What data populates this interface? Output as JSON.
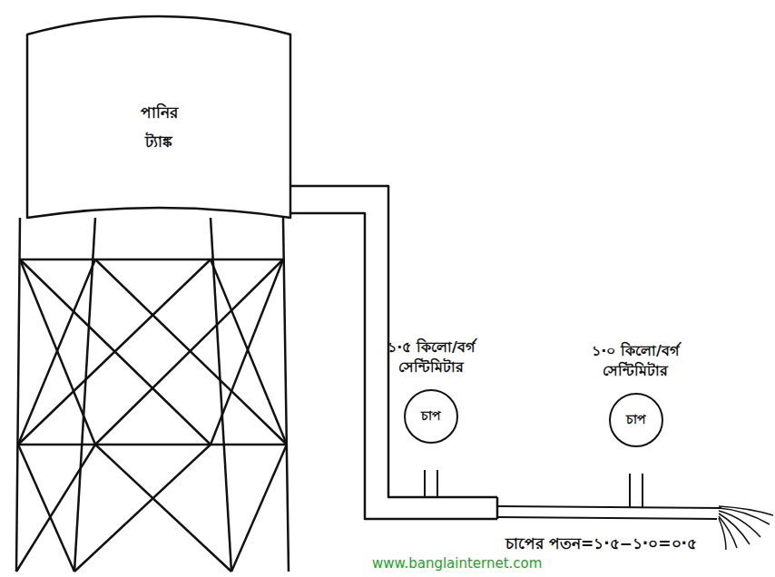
{
  "diagram": {
    "nodes": [
      {
        "text": [
          "পানির ট্যাঙ্ক"
        ]
      },
      {
        "text": [
          "১·৫ কিলো/বর্গ সেন্টিমিটার",
          "চাপ"
        ]
      },
      {
        "text": [
          "১·০ কিলো/বর্গ সেন্টিমিটার",
          "চাপ"
        ]
      }
    ],
    "labels": [
      "চাপের পতন=১·৫−১·০=০·৫",
      "www.banglainternet.com"
    ]
  }
}
